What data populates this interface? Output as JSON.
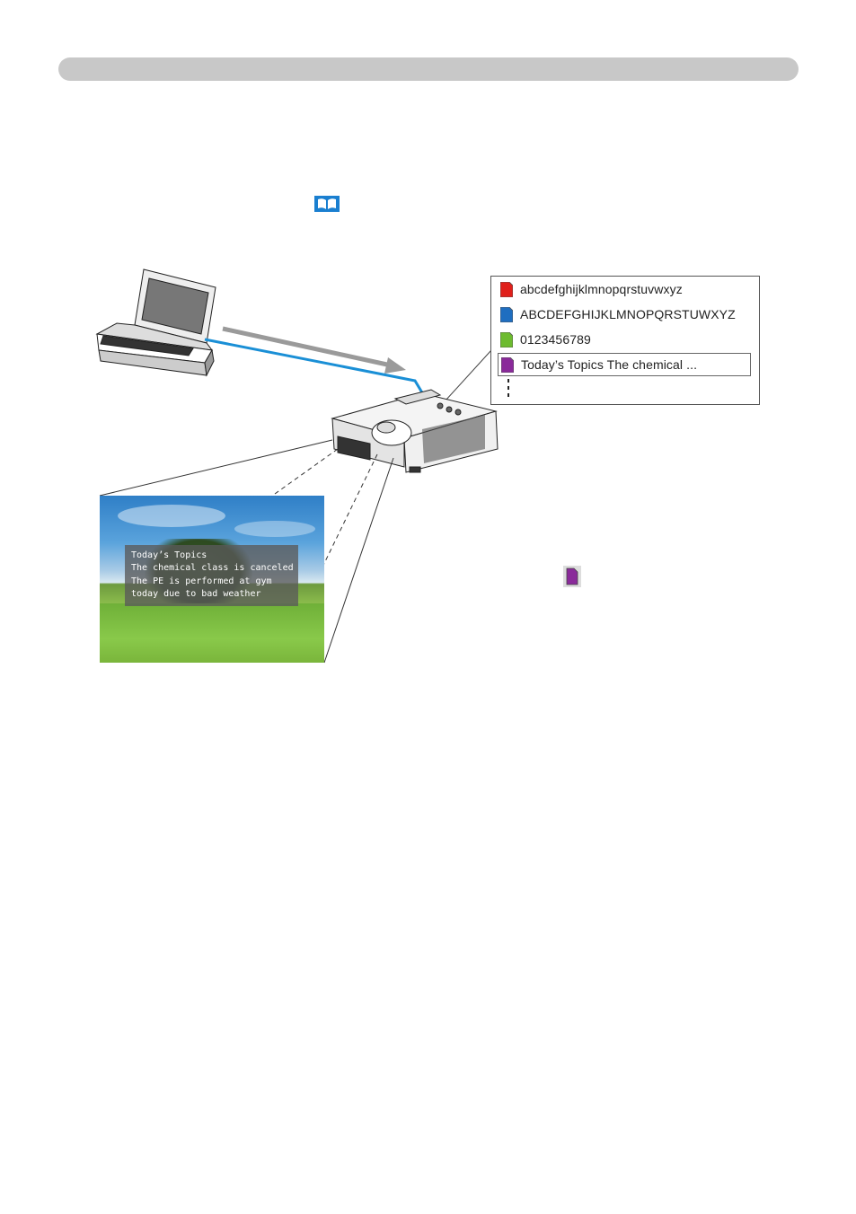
{
  "messages": {
    "items": [
      {
        "label": "abcdefghijklmnopqrstuvwxyz",
        "color": "#e0201b"
      },
      {
        "label": "ABCDEFGHIJKLMNOPQRSTUWXYZ",
        "color": "#1f6ec0"
      },
      {
        "label": "0123456789",
        "color": "#6dbb2f"
      },
      {
        "label": "Today’s Topics The chemical ...",
        "color": "#8a2a9a",
        "selected": true
      }
    ]
  },
  "screen": {
    "lines": [
      "Today’s Topics",
      "The chemical class is canceled",
      "The PE is performed at gym",
      "today due to bad weather"
    ]
  },
  "icons": {
    "book": "book-reference-icon",
    "laptop": "laptop-icon",
    "projector": "projector-icon",
    "message": "message-document-icon",
    "purple_message_color": "#8a2a9a"
  },
  "colors": {
    "header_bar": "#c8c8c8",
    "network_line": "#1a8fd6",
    "arrow": "#9a9a9a"
  }
}
